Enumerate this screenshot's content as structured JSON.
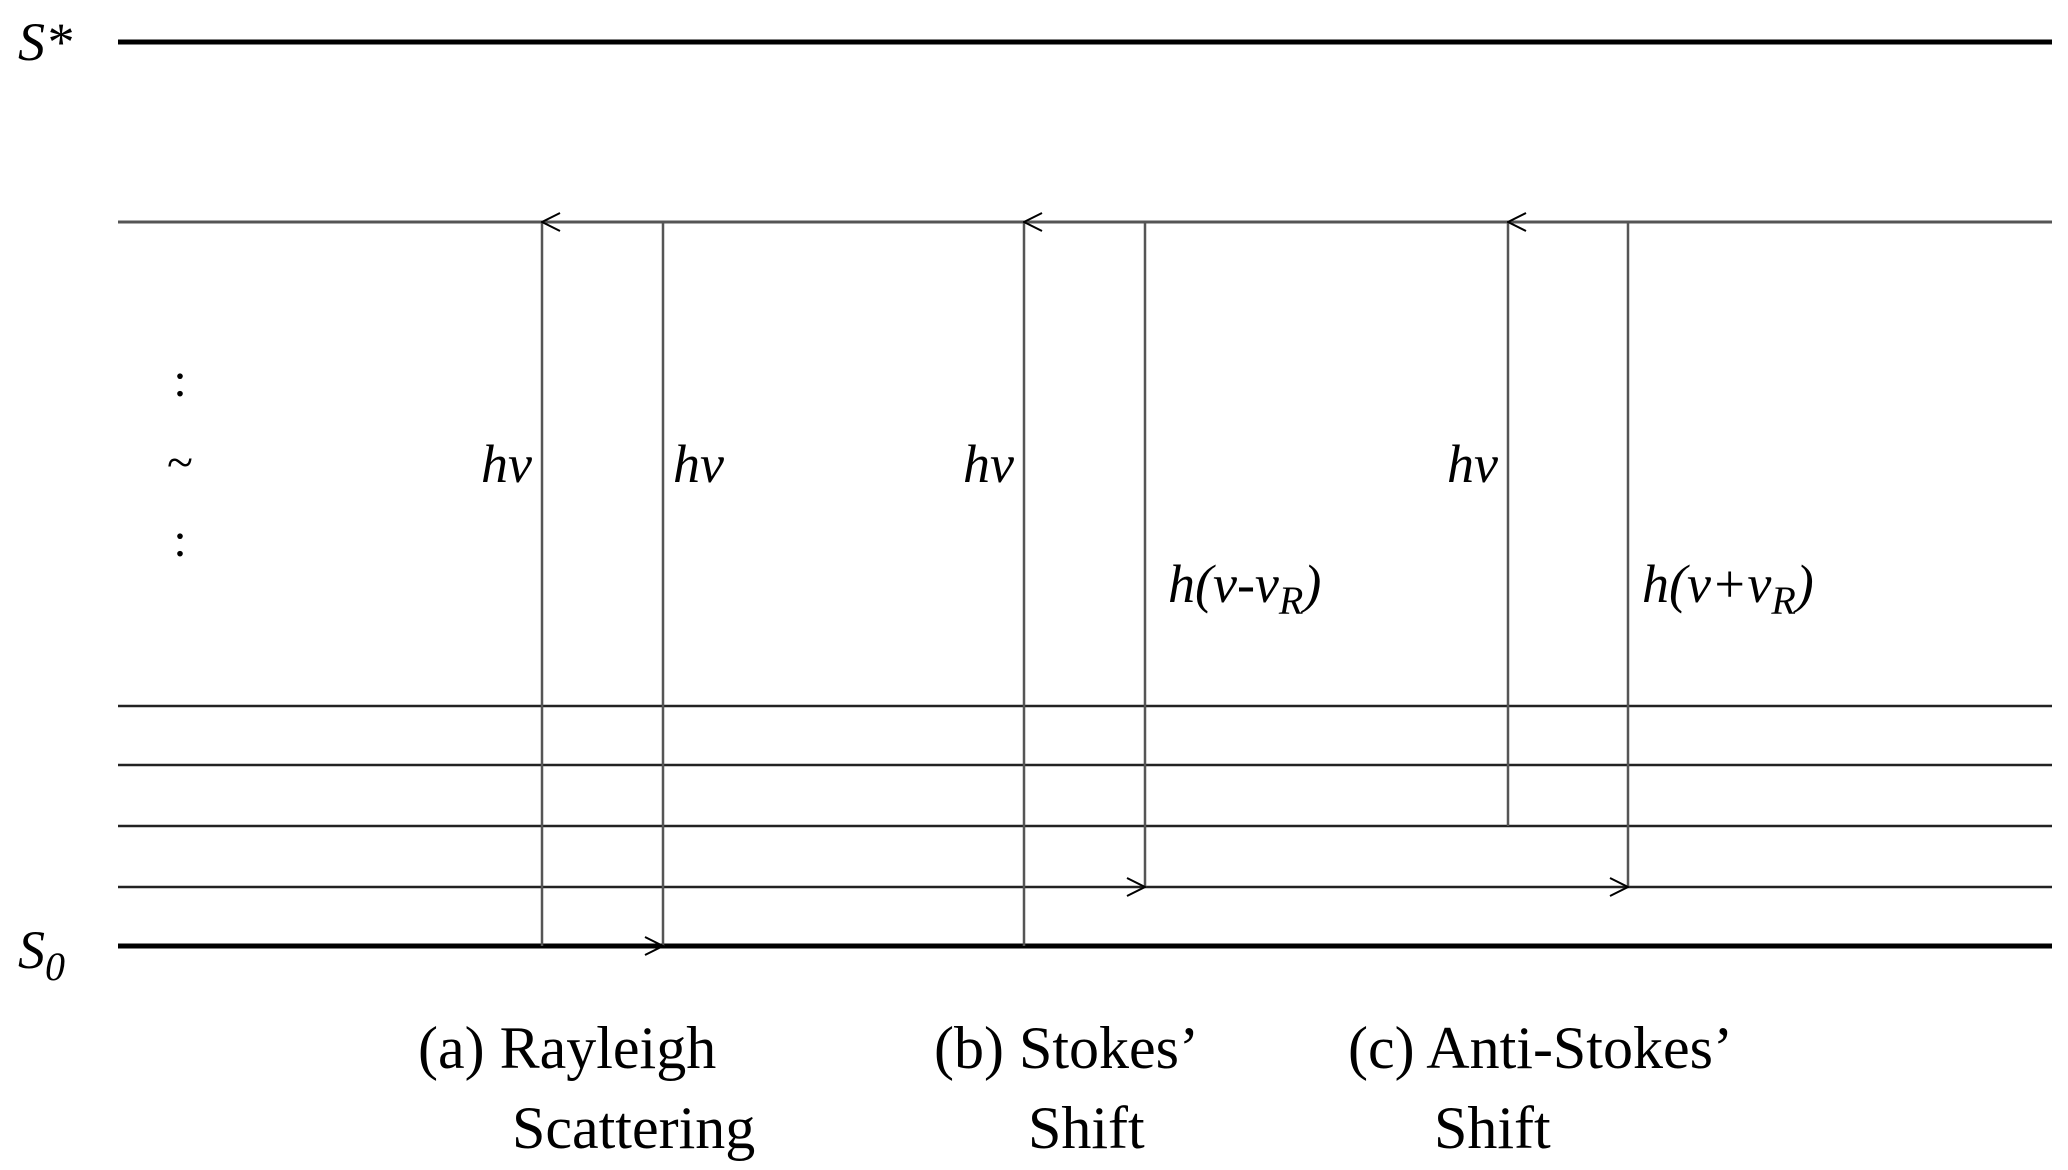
{
  "levels": {
    "excited_label": "S*",
    "ground_label_base": "S",
    "ground_label_sub": "0",
    "continuation_marks": [
      ":",
      "~",
      ":"
    ]
  },
  "transitions": {
    "rayleigh": {
      "up_label": "hv",
      "down_label": "hv",
      "caption_line1": "(a) Rayleigh",
      "caption_line2": "Scattering"
    },
    "stokes": {
      "up_label": "hv",
      "down_label_pre": "h(v-v",
      "down_label_sub": "R",
      "down_label_post": ")",
      "caption_line1": "(b) Stokes’",
      "caption_line2": "Shift"
    },
    "anti_stokes": {
      "up_label": "hv",
      "down_label_pre": "h(v+v",
      "down_label_sub": "R",
      "down_label_post": ")",
      "caption_line1": "(c) Anti-Stokes’",
      "caption_line2": "Shift"
    }
  }
}
